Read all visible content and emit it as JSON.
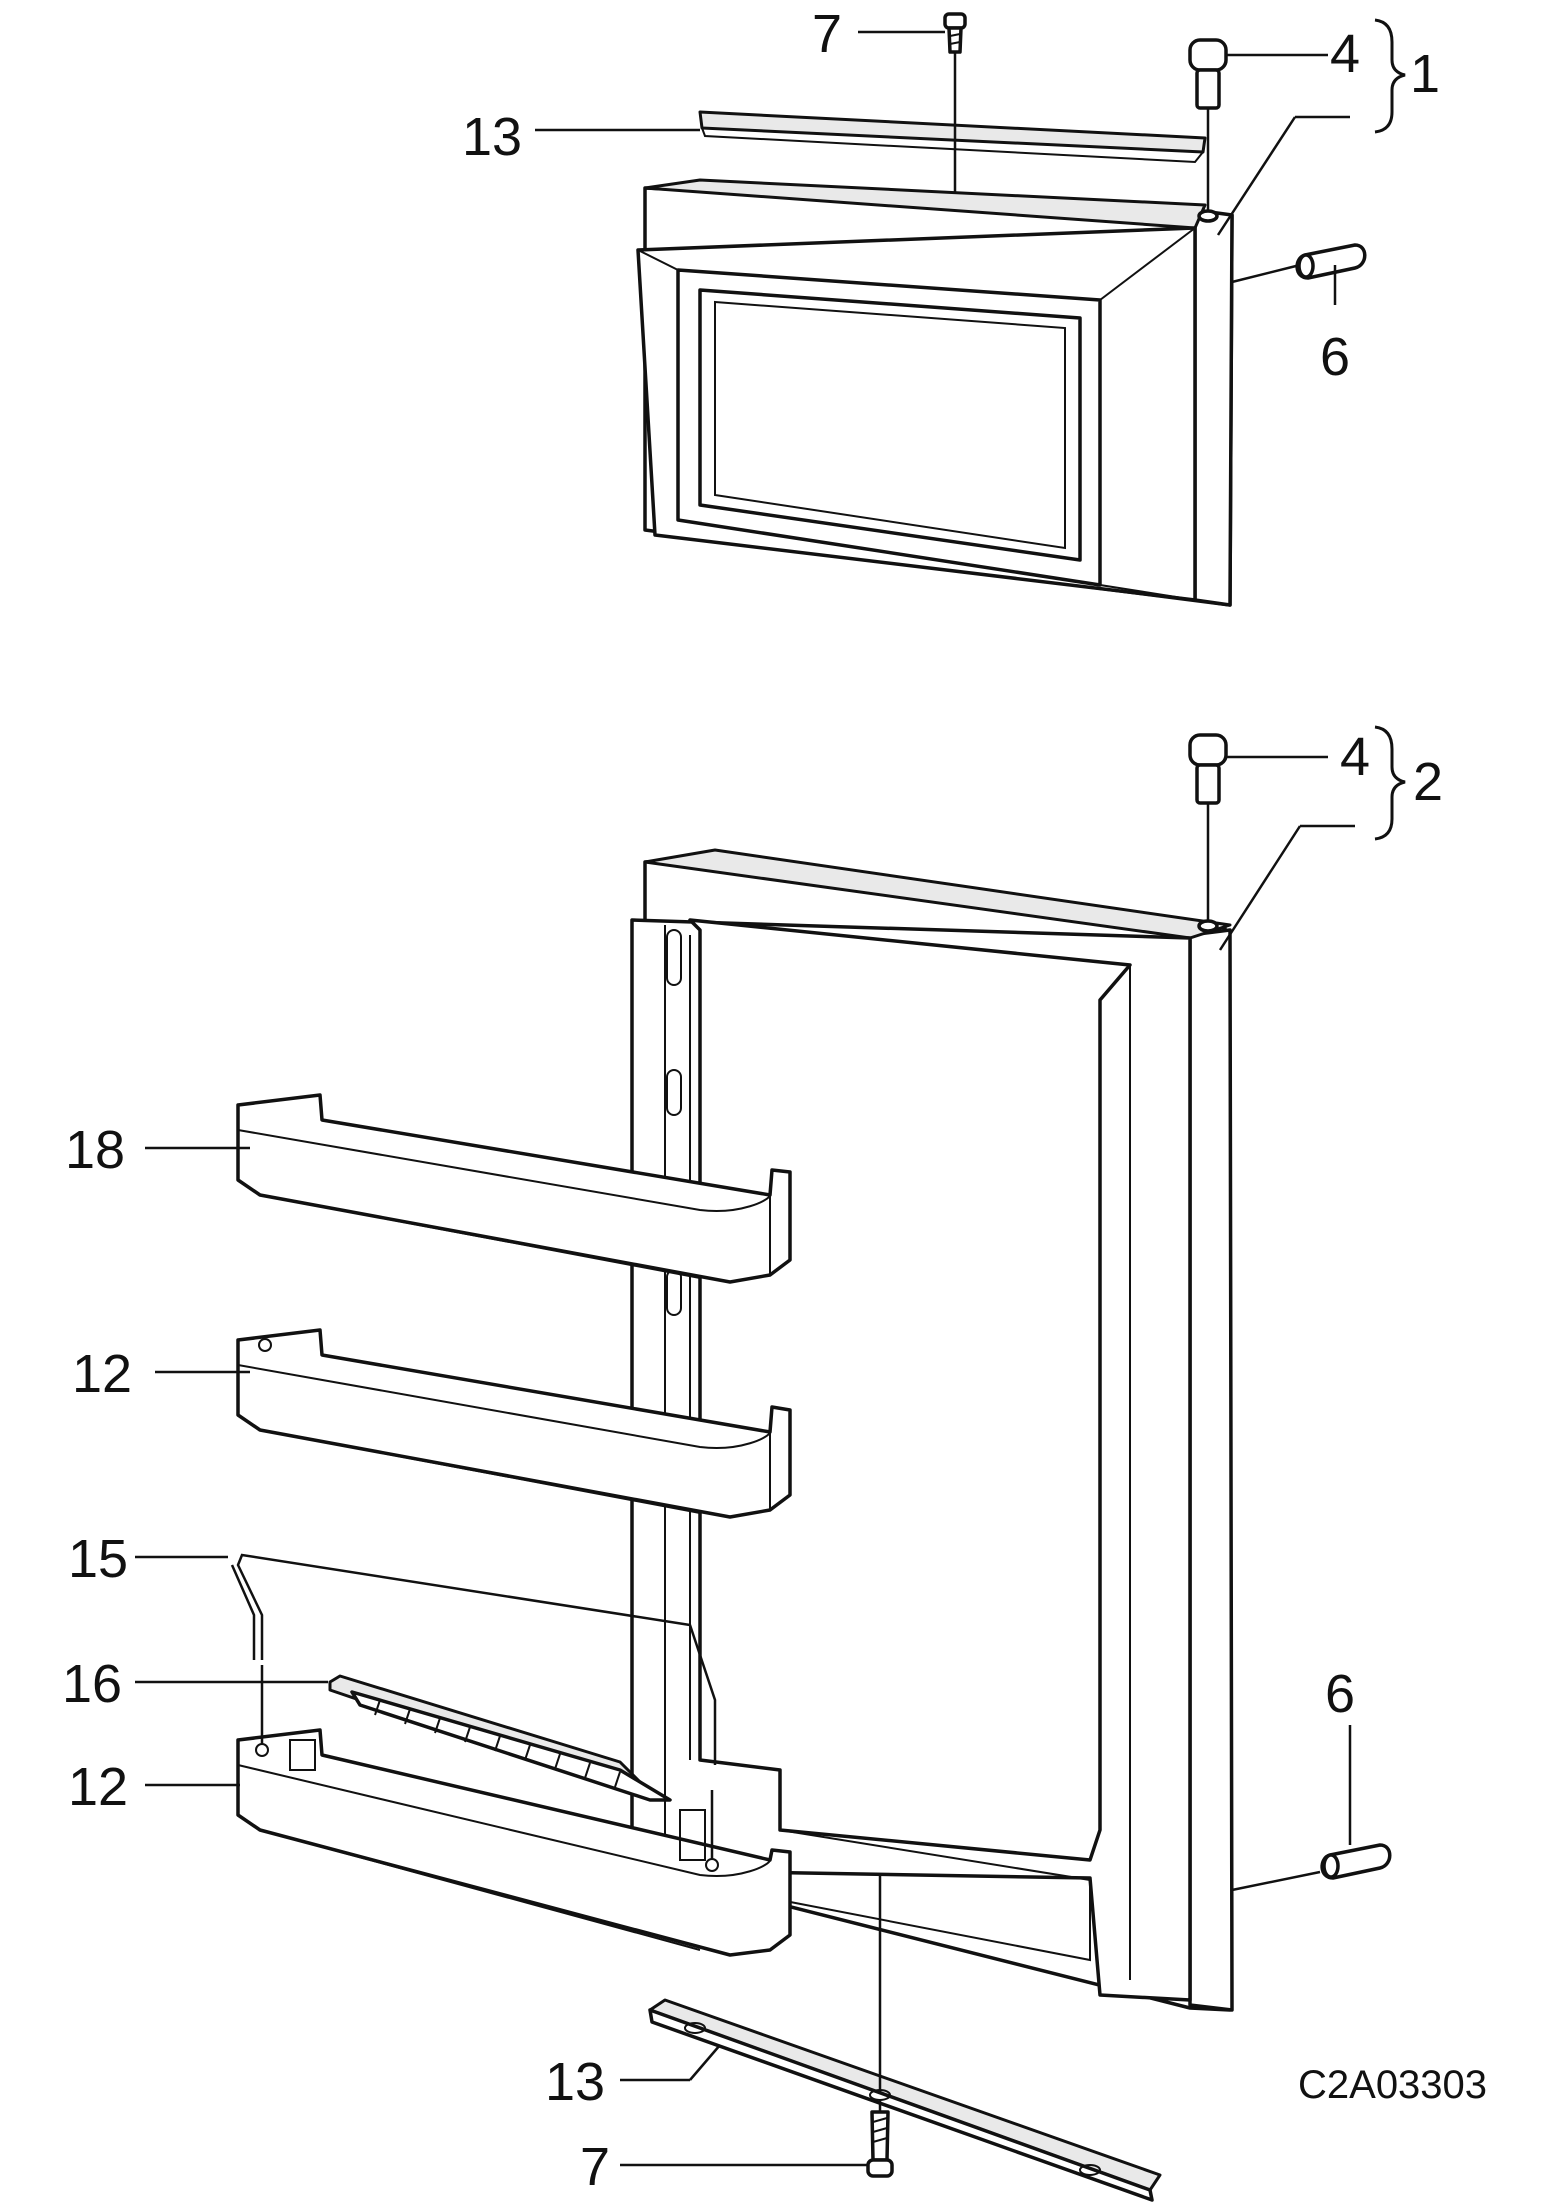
{
  "callouts": {
    "c7_top": "7",
    "c13_top": "13",
    "c4_top": "4",
    "c1": "1",
    "c6_top": "6",
    "c4_mid": "4",
    "c2": "2",
    "c18": "18",
    "c12_a": "12",
    "c15": "15",
    "c16": "16",
    "c12_b": "12",
    "c6_bottom": "6",
    "c13_bottom": "13",
    "c7_bottom": "7"
  },
  "drawing_code": "C2A03303"
}
